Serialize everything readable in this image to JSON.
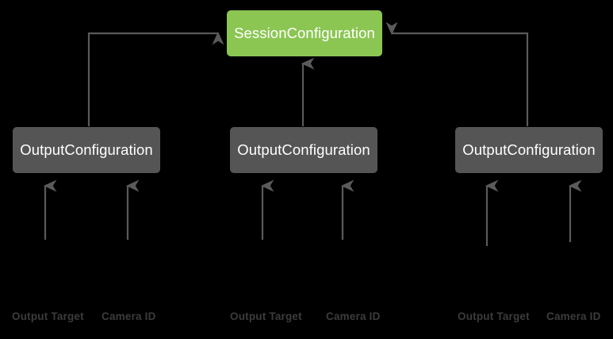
{
  "diagram": {
    "title_node": {
      "label": "SessionConfiguration",
      "color": "#8bc653",
      "text_color": "#ffffff"
    },
    "colors": {
      "background": "#000000",
      "session_node": "#8bc653",
      "output_node": "#555555",
      "connector": "#5a5a5a",
      "leaf_text": "#3c3c3c",
      "node_text": "#ffffff"
    },
    "output_nodes": [
      {
        "label": "OutputConfiguration"
      },
      {
        "label": "OutputConfiguration"
      },
      {
        "label": "OutputConfiguration"
      }
    ],
    "leaf_labels": [
      {
        "label": "Output Target"
      },
      {
        "label": "Camera ID"
      },
      {
        "label": "Output Target"
      },
      {
        "label": "Camera ID"
      },
      {
        "label": "Output Target"
      },
      {
        "label": "Camera ID"
      }
    ]
  }
}
